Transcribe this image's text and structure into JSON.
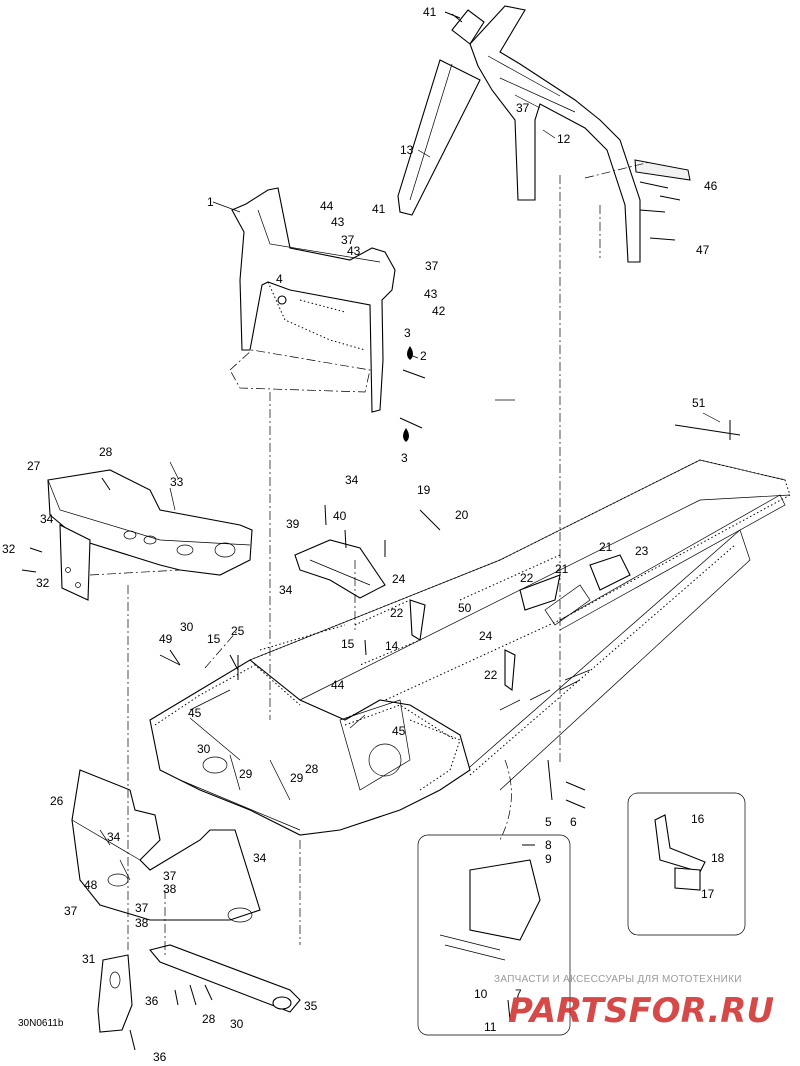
{
  "diagram_code": "30N0611b",
  "watermark": {
    "tagline": "ЗАПЧАСТИ И АКСЕССУАРЫ ДЛЯ МОТОТЕХНИКИ",
    "logo": "PARTSFOR.RU"
  },
  "callouts": {
    "c1": "1",
    "c2": "2",
    "c3a": "3",
    "c3b": "3",
    "c4": "4",
    "c5": "5",
    "c6": "6",
    "c7": "7",
    "c8": "8",
    "c9": "9",
    "c10": "10",
    "c11": "11",
    "c12": "12",
    "c13": "13",
    "c14": "14",
    "c15a": "15",
    "c15b": "15",
    "c16": "16",
    "c17": "17",
    "c18": "18",
    "c19": "19",
    "c20": "20",
    "c21a": "21",
    "c21b": "21",
    "c22a": "22",
    "c22b": "22",
    "c22c": "22",
    "c23": "23",
    "c24a": "24",
    "c24b": "24",
    "c25": "25",
    "c26": "26",
    "c27": "27",
    "c28a": "28",
    "c28b": "28",
    "c28c": "28",
    "c29a": "29",
    "c29b": "29",
    "c30a": "30",
    "c30b": "30",
    "c30c": "30",
    "c31": "31",
    "c32a": "32",
    "c32b": "32",
    "c33": "33",
    "c34a": "34",
    "c34b": "34",
    "c34c": "34",
    "c34d": "34",
    "c34e": "34",
    "c35": "35",
    "c36a": "36",
    "c36b": "36",
    "c37a": "37",
    "c37b": "37",
    "c37c": "37",
    "c37d": "37",
    "c37e": "37",
    "c38a": "38",
    "c38b": "38",
    "c39": "39",
    "c40": "40",
    "c41a": "41",
    "c41b": "41",
    "c42": "42",
    "c43a": "43",
    "c43b": "43",
    "c43c": "43",
    "c44a": "44",
    "c44b": "44",
    "c45a": "45",
    "c45b": "45",
    "c46": "46",
    "c47": "47",
    "c48": "48",
    "c49": "49",
    "c50": "50",
    "c51": "51"
  }
}
